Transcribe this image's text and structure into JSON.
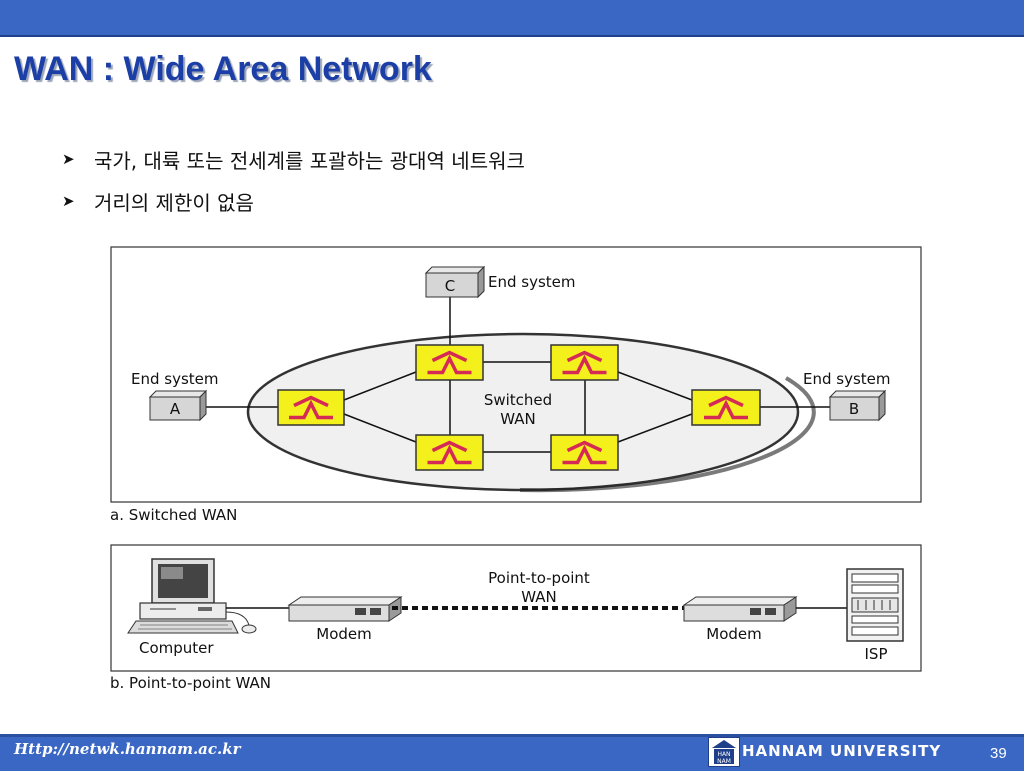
{
  "slide": {
    "title": "WAN : Wide Area Network",
    "bullets": [
      "국가, 대륙 또는 전세계를 포괄하는 광대역 네트워크",
      "거리의 제한이 없음"
    ],
    "footer_url": "Http://netwk.hannam.ac.kr",
    "university": "HANNAM UNIVERSITY",
    "logo_text": "HAN NAM",
    "page_number": "39"
  },
  "figure_a": {
    "caption": "a. Switched WAN",
    "end_system_c": {
      "label": "End system",
      "letter": "C"
    },
    "end_system_a": {
      "label": "End system",
      "letter": "A"
    },
    "end_system_b": {
      "label": "End system",
      "letter": "B"
    },
    "center_label_1": "Switched",
    "center_label_2": "WAN"
  },
  "figure_b": {
    "caption": "b. Point-to-point WAN",
    "link_label_1": "Point-to-point",
    "link_label_2": "WAN",
    "computer_label": "Computer",
    "modem_left_label": "Modem",
    "modem_right_label": "Modem",
    "isp_label": "ISP"
  },
  "colors": {
    "bar_blue": "#3a67c4",
    "title_blue": "#1b3fa6",
    "switch_yellow": "#f4f01c",
    "switch_symbol": "#d42a55"
  }
}
